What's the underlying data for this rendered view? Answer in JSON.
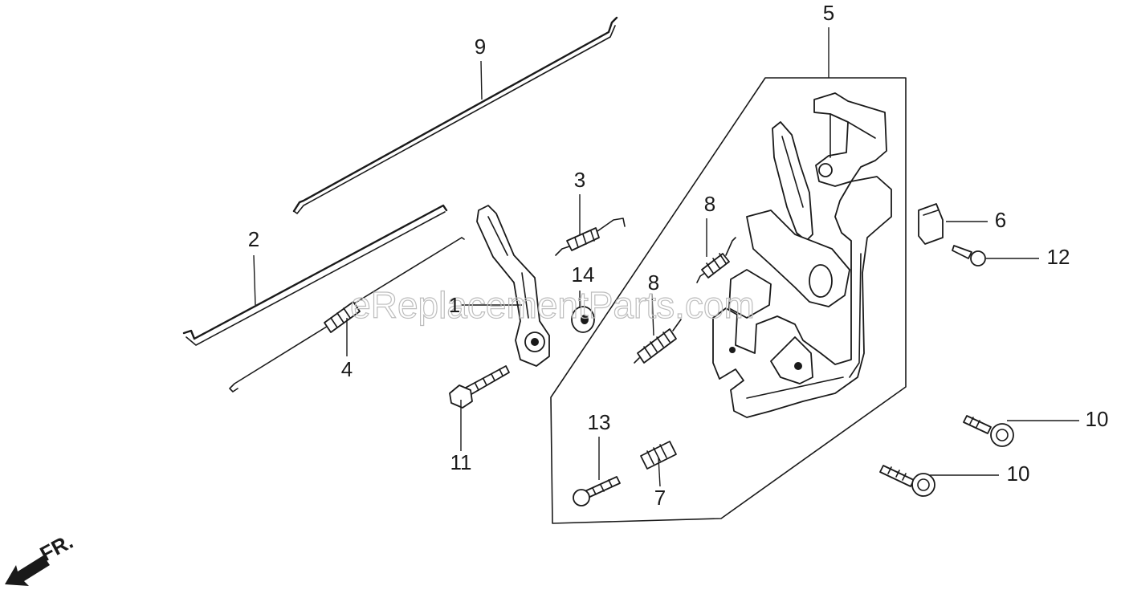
{
  "watermark": "eReplacementParts.com",
  "direction_label": "FR.",
  "labels": {
    "l1": "1",
    "l2": "2",
    "l3": "3",
    "l4": "4",
    "l5": "5",
    "l6": "6",
    "l7": "7",
    "l8a": "8",
    "l8b": "8",
    "l9": "9",
    "l10a": "10",
    "l10b": "10",
    "l11": "11",
    "l12": "12",
    "l13": "13",
    "l14": "14"
  }
}
